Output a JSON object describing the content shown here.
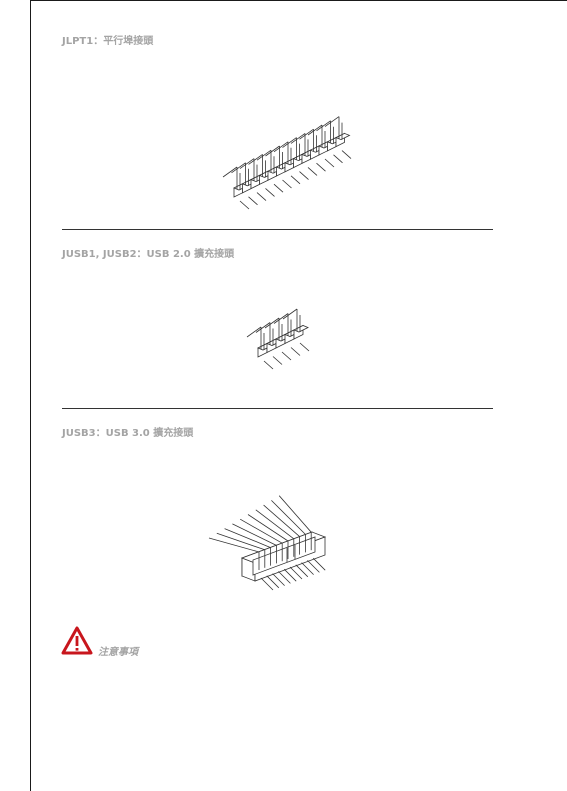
{
  "sections": [
    {
      "heading": "JLPT1：平行埠接頭"
    },
    {
      "heading": "JUSB1, JUSB2：USB 2.0 擴充接頭"
    },
    {
      "heading": "JUSB3：USB 3.0 擴充接頭"
    }
  ],
  "caution": {
    "label": "注意事項",
    "icon": "warning-triangle-icon",
    "color": "#c8161d"
  },
  "colors": {
    "heading": "#a4a4a4",
    "border": "#1a1a1a"
  }
}
